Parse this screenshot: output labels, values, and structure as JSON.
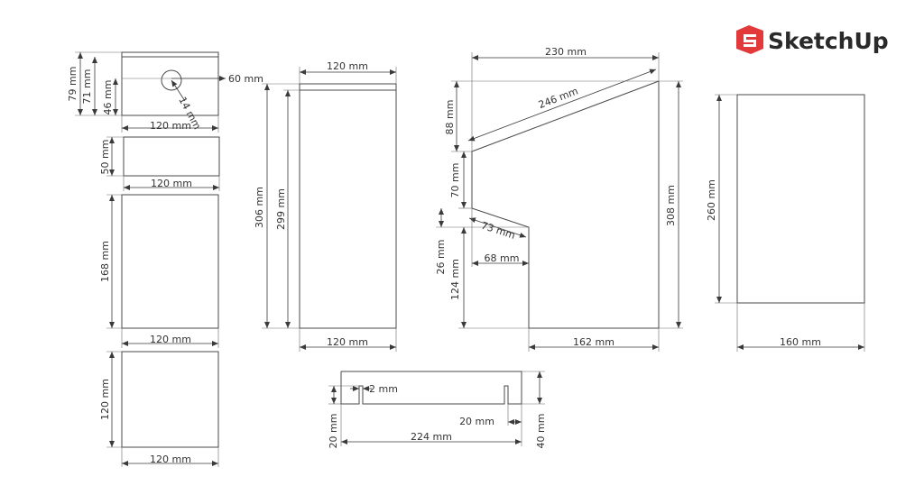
{
  "brand": {
    "name": "SketchUp",
    "logo_icon": "sketchup-logo-icon",
    "logo_color": "#e23a3a"
  },
  "dimensions": {
    "p1_height_79": "79 mm",
    "p1_height_71": "71 mm",
    "p1_height_46": "46 mm",
    "p1_hole_dia": "14 mm",
    "p1_hole_offset": "60 mm",
    "p1_width": "120 mm",
    "p2_height": "50 mm",
    "p2_width": "120 mm",
    "p3_height": "168 mm",
    "p3_width": "120 mm",
    "p4_height": "120 mm",
    "p4_width": "120 mm",
    "p5_width_top": "120 mm",
    "p5_height_306": "306 mm",
    "p5_height_299": "299 mm",
    "p5_width_bottom": "120 mm",
    "side_width_top": "230 mm",
    "side_diag": "246 mm",
    "side_88": "88 mm",
    "side_70": "70 mm",
    "side_73": "73 mm",
    "side_26": "26 mm",
    "side_68": "68 mm",
    "side_124": "124 mm",
    "side_308": "308 mm",
    "side_162": "162 mm",
    "back_height": "260 mm",
    "back_width": "160 mm",
    "strip_slot": "2 mm",
    "strip_20a": "20 mm",
    "strip_20b": "20 mm",
    "strip_224": "224 mm",
    "strip_40": "40 mm"
  }
}
